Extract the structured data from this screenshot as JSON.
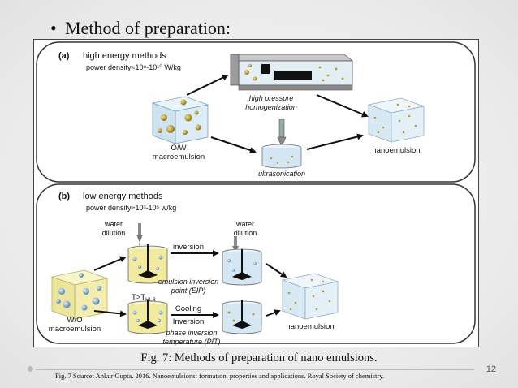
{
  "slide": {
    "bullet": "•",
    "heading": "Method of preparation:",
    "caption": "Fig. 7: Methods of preparation of nano emulsions.",
    "source": "Fig. 7 Source: Ankur Gupta. 2016. Nanoemulsions: formation, properties and applications. Royal Society of chemistry.",
    "page_number": "12"
  },
  "diagram": {
    "panel_a": {
      "tag": "(a)",
      "title": "high energy methods",
      "power_density": "power density≈10⁸-10¹⁰ W/kg",
      "start_label_line1": "O/W",
      "start_label_line2": "macroemulsion",
      "hph_label_line1": "high pressure",
      "hph_label_line2": "homogenization",
      "ultra_label": "ultrasonication",
      "end_label": "nanoemulsion"
    },
    "panel_b": {
      "tag": "(b)",
      "title": "low energy methods",
      "power_density": "power density≈10³-10⁵ w/kg",
      "water1_line1": "water",
      "water1_line2": "dilution",
      "water2_line1": "water",
      "water2_line2": "dilution",
      "inversion": "inversion",
      "eip_line1": "emulsion inversion",
      "eip_line2": "point (EIP)",
      "temp_cond": "T>T",
      "temp_sub": "HLB",
      "cooling": "Cooling",
      "inversion2": "Inversion",
      "pit_line1": "phase inversion",
      "pit_line2": "temperature (PIT)",
      "start_label_line1": "W/O",
      "start_label_line2": "macroemulsion",
      "end_label": "nanoemulsion"
    },
    "colors": {
      "oil_droplet": "#b99a2c",
      "water_droplet": "#6b9dc0",
      "blue_cube": "#d7e8f4",
      "yellow_cube": "#f3efb4"
    }
  }
}
